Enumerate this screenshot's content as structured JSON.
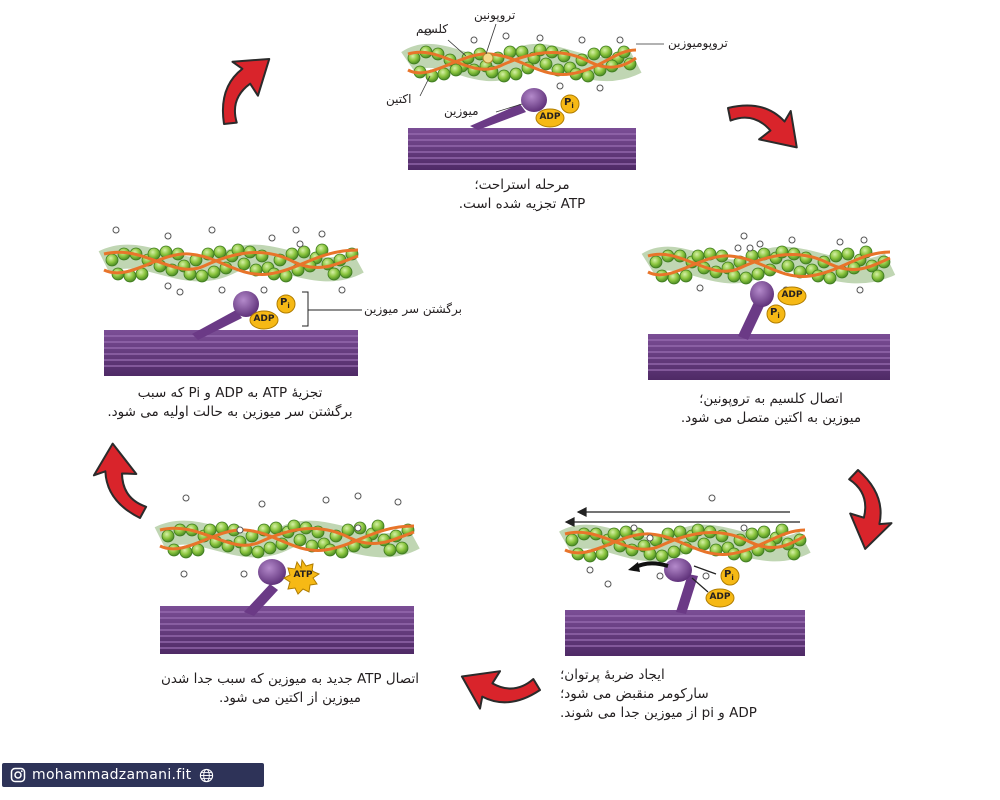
{
  "panels": [
    {
      "id": "rest",
      "caption_lines": [
        "مرحله استراحت؛",
        "ATP تجزیه شده است."
      ]
    },
    {
      "id": "calcium-binding",
      "caption_lines": [
        "اتصال کلسیم به تروپونین؛",
        "میوزین به اکتین متصل می شود."
      ]
    },
    {
      "id": "power-stroke",
      "caption_lines": [
        "ایجاد ضربهٔ پرتوان؛",
        "سارکومر منقبض می شود؛",
        "ADP و pi از میوزین جدا می شوند."
      ]
    },
    {
      "id": "new-atp",
      "caption_lines": [
        "اتصال ATP جدید به میوزین که سبب جدا شدن",
        "میوزین از اکتین می شود."
      ]
    },
    {
      "id": "recock",
      "caption_lines": [
        "تجزیهٔ ATP به ADP و Pi که سبب",
        "برگشتن سر میوزین به حالت اولیه می شود."
      ]
    }
  ],
  "labels": {
    "troponin": "تروپونین",
    "calcium": "کلسیم",
    "tropomyosin": "تروپومیوزین",
    "actin": "اکتین",
    "myosin": "میوزین",
    "head_recock": "برگشتن سر میوزین"
  },
  "molecules": {
    "adp": "ADP",
    "pi": "P",
    "pi_sub": "i",
    "atp": "ATP"
  },
  "footer": {
    "handle": "mohammadzamani.fit"
  },
  "colors": {
    "actin_bead": "#8cc63f",
    "actin_dark": "#4b8a25",
    "tropomyosin": "#e8742a",
    "myosin": "#6b3a86",
    "thick_filament": "#6b3f85",
    "molecule_fill": "#f6b915",
    "cycle_arrow": "#d9242b",
    "footer_bg": "#2e3358"
  }
}
